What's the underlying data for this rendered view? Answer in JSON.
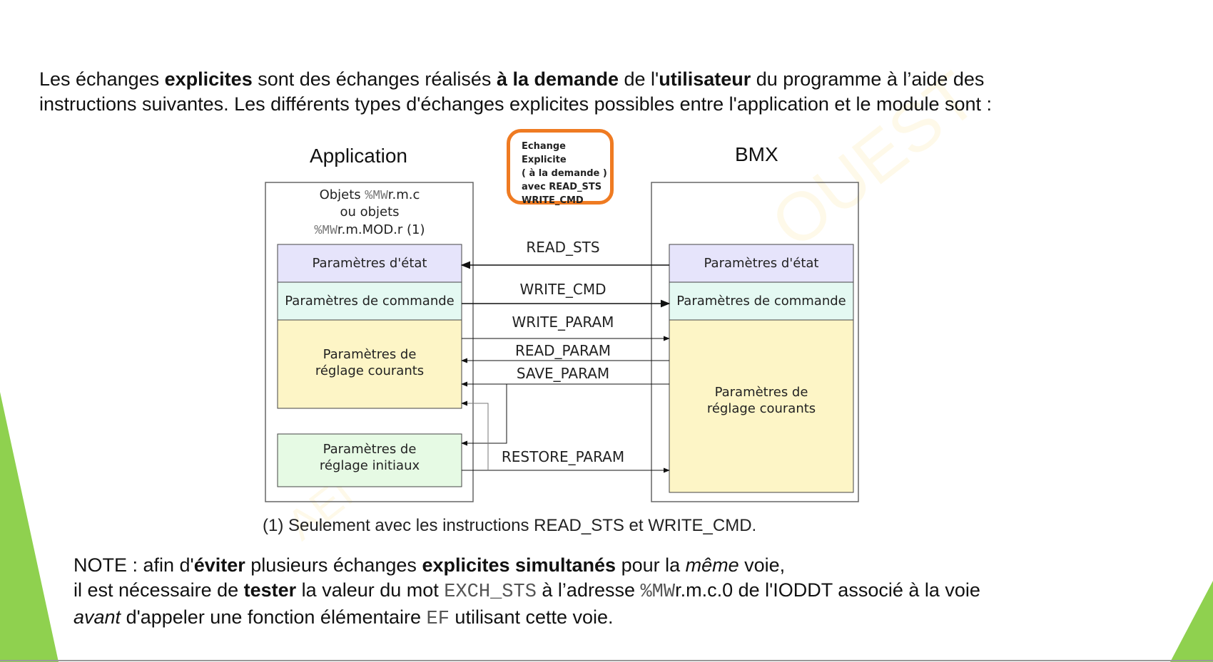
{
  "intro": {
    "p1": "Les échanges ",
    "b1": "explicites",
    "p2": " sont des échanges réalisés ",
    "b2": "à la demande",
    "p3": " de l'",
    "b3": "utilisateur",
    "p4": " du programme à l’aide des",
    "line2": "instructions suivantes. Les différents types d'échanges explicites possibles entre l'application et le module sont :"
  },
  "diagram": {
    "left_title": "Application",
    "right_title": "BMX",
    "callout": {
      "line1": "Echange Explicite",
      "line2": "( à la demande )",
      "line3": "avec READ_STS",
      "line4": "WRITE_CMD"
    },
    "objects_label": {
      "line1_prefix": "Objets ",
      "line1_mono": "%MW",
      "line1_suffix": "r.m.c",
      "line2": "ou objets",
      "line3_mono": "%MW",
      "line3_suffix": "r.m.MOD.r (1)"
    },
    "left_boxes": {
      "etat": "Paramètres d'état",
      "commande": "Paramètres de commande",
      "reglage_courants_1": "Paramètres de",
      "reglage_courants_2": "réglage courants",
      "reglage_initiaux_1": "Paramètres de",
      "reglage_initiaux_2": "réglage initiaux"
    },
    "right_boxes": {
      "etat": "Paramètres d'état",
      "commande": "Paramètres de commande",
      "reglage_courants_1": "Paramètres de",
      "reglage_courants_2": "réglage courants"
    },
    "arrows": {
      "read_sts": "READ_STS",
      "write_cmd": "WRITE_CMD",
      "write_param": "WRITE_PARAM",
      "read_param": "READ_PARAM",
      "save_param": "SAVE_PARAM",
      "restore_param": "RESTORE_PARAM"
    },
    "colors": {
      "etat": "#e6e4fb",
      "commande": "#e4f9f2",
      "reglage_courants": "#fdf5c6",
      "reglage_initiaux": "#e6fae4",
      "callout_border": "#ef7b22",
      "green_accent": "#8fd14f"
    },
    "watermark": {
      "text1": "OUEST",
      "text2": "AEI"
    }
  },
  "footnote": "(1) Seulement avec les instructions READ_STS et WRITE_CMD.",
  "note": {
    "l1a": "NOTE : afin d'",
    "l1b": "éviter",
    "l1c": " plusieurs échanges ",
    "l1d": "explicites simultanés",
    "l1e": " pour la ",
    "l1f": "même",
    "l1g": " voie,",
    "l2a": "il est nécessaire de ",
    "l2b": "tester",
    "l2c": " la valeur du mot ",
    "l2d": "EXCH_STS",
    "l2e": " à l’adresse ",
    "l2f": "%MW",
    "l2g": "r.m.c.0 de l'IODDT associé à la voie",
    "l3a": "avant",
    "l3b": " d'appeler une fonction élémentaire ",
    "l3c": "EF",
    "l3d": " utilisant cette voie."
  }
}
